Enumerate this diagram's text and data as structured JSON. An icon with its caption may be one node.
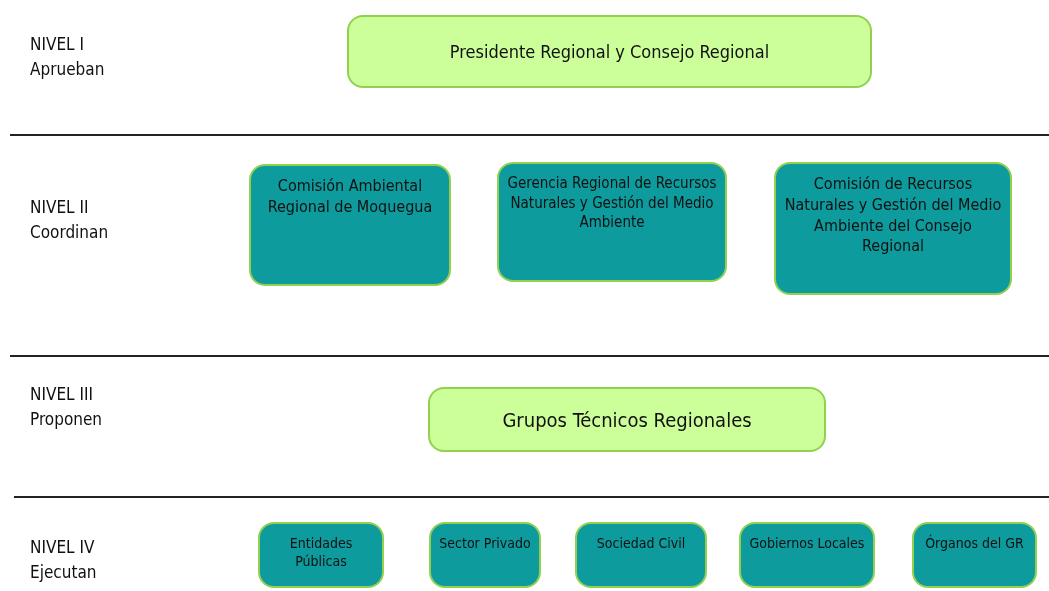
{
  "diagram": {
    "nodes": [
      {
        "text": [
          "Presidente Regional y Consejo Regional"
        ]
      },
      {
        "text": [
          "Comisión Ambiental Regional de Moquegua"
        ]
      },
      {
        "text": [
          "Gerencia Regional de Recursos Naturales y Gestión del Medio Ambiente"
        ]
      },
      {
        "text": [
          "Comisión de Recursos Naturales y Gestión del Medio Ambiente del Consejo Regional"
        ]
      },
      {
        "text": [
          "Grupos Técnicos Regionales"
        ]
      },
      {
        "text": [
          "Entidades Públicas"
        ]
      },
      {
        "text": [
          "Sector Privado"
        ]
      },
      {
        "text": [
          "Sociedad Civil"
        ]
      },
      {
        "text": [
          "Gobiernos Locales"
        ]
      },
      {
        "text": [
          "Órganos del GR"
        ]
      }
    ],
    "labels": [
      "NIVEL I Aprueban",
      "NIVEL II Coordinan",
      "NIVEL III Proponen",
      "NIVEL IV Ejecutan"
    ]
  }
}
